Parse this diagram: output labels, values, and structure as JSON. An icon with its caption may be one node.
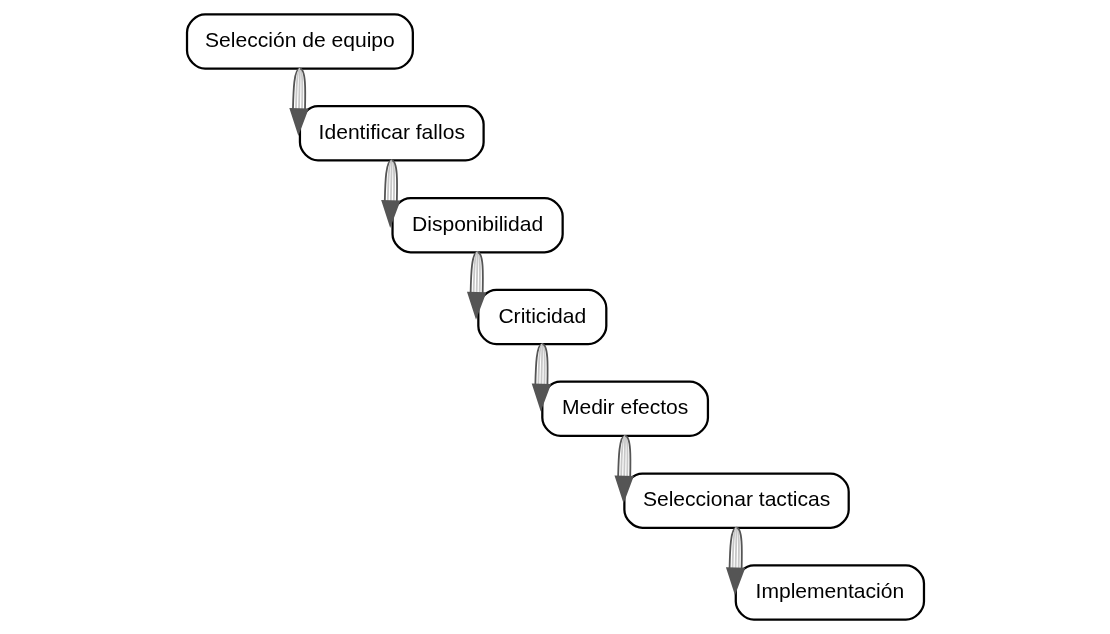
{
  "diagram": {
    "nodes": [
      {
        "text": [
          "Selección de equipo"
        ]
      },
      {
        "text": [
          "Identificar fallos"
        ]
      },
      {
        "text": [
          "Disponibilidad"
        ]
      },
      {
        "text": [
          "Criticidad"
        ]
      },
      {
        "text": [
          "Medir efectos"
        ]
      },
      {
        "text": [
          "Seleccionar tacticas"
        ]
      },
      {
        "text": [
          "Implementación"
        ]
      }
    ],
    "edges": [
      {
        "from": 0,
        "to": 1,
        "arrow": "to"
      },
      {
        "from": 1,
        "to": 2,
        "arrow": "to"
      },
      {
        "from": 2,
        "to": 3,
        "arrow": "to"
      },
      {
        "from": 3,
        "to": 4,
        "arrow": "to"
      },
      {
        "from": 4,
        "to": 5,
        "arrow": "to"
      },
      {
        "from": 5,
        "to": 6,
        "arrow": "to"
      }
    ]
  }
}
